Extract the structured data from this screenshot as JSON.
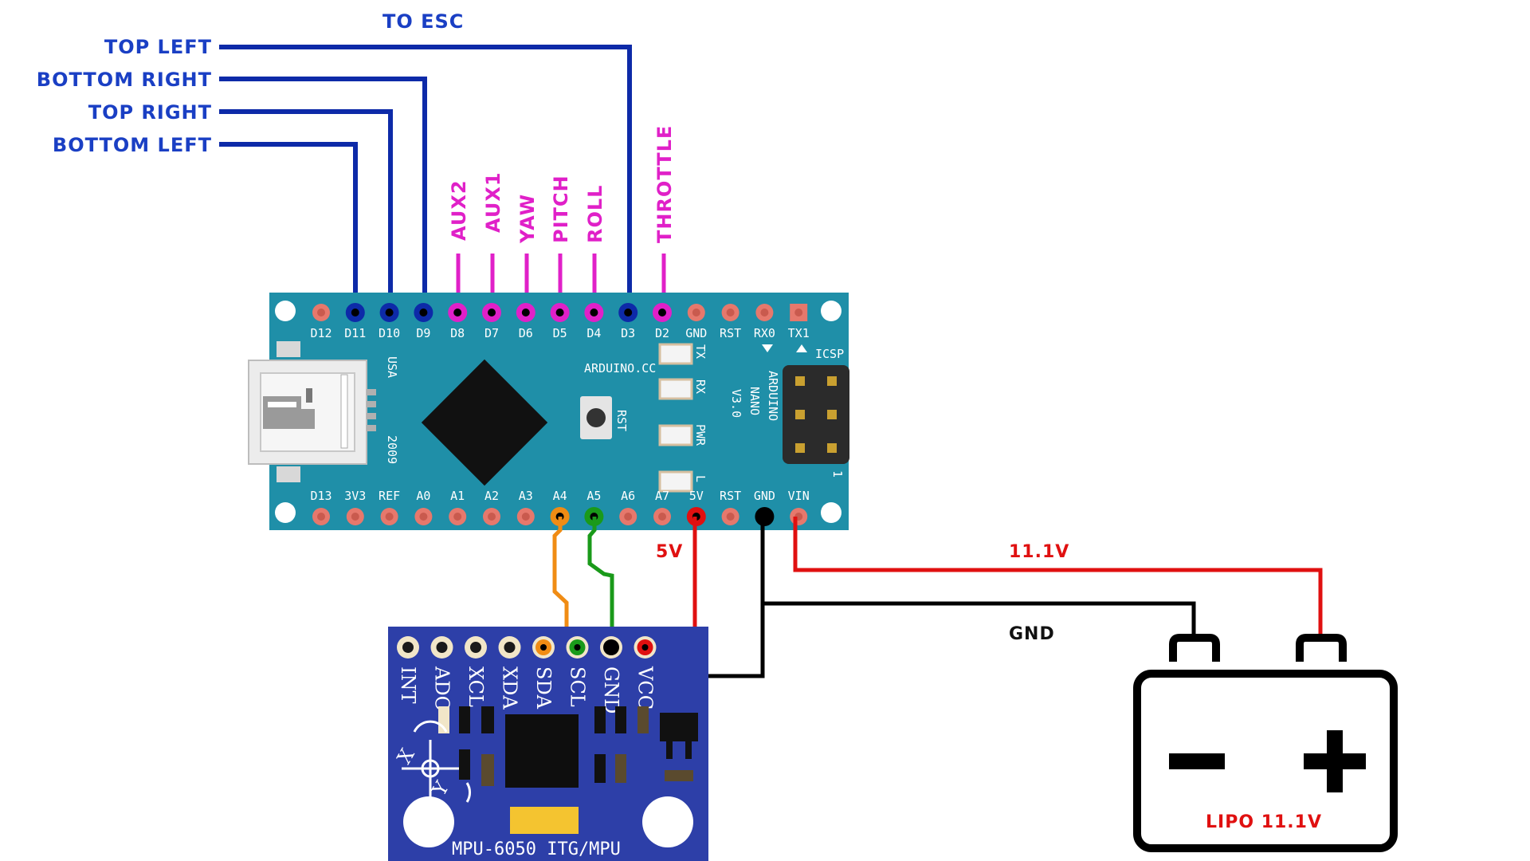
{
  "colors": {
    "esc_wire": "#0d2aa8",
    "rx_wire": "#e020c8",
    "power_wire": "#e01010",
    "gnd_wire": "#000000",
    "sda_wire": "#f08c14",
    "scl_wire": "#1a9a1a",
    "nano_board": "#1f8fa8",
    "mpu_board": "#2d3fa8",
    "pad": "#e6786c"
  },
  "esc_labels": {
    "header": "TO ESC",
    "top_left": "TOP LEFT",
    "bottom_right": "BOTTOM RIGHT",
    "top_right": "TOP RIGHT",
    "bottom_left": "BOTTOM LEFT"
  },
  "receiver_labels": {
    "aux2": "AUX2",
    "aux1": "AUX1",
    "yaw": "YAW",
    "pitch": "PITCH",
    "roll": "ROLL",
    "throttle": "THROTTLE"
  },
  "nano": {
    "top_pins": [
      "D12",
      "D11",
      "D10",
      "D9",
      "D8",
      "D7",
      "D6",
      "D5",
      "D4",
      "D3",
      "D2",
      "GND",
      "RST",
      "RX0",
      "TX1"
    ],
    "bottom_pins": [
      "D13",
      "3V3",
      "REF",
      "A0",
      "A1",
      "A2",
      "A3",
      "A4",
      "A5",
      "A6",
      "A7",
      "5V",
      "RST",
      "GND",
      "VIN"
    ],
    "brand": "ARDUINO.CC",
    "name_line1": "ARDUINO",
    "name_line2": "NANO",
    "name_line3": "V3.0",
    "usa": "USA",
    "year": "2009",
    "icsp": "ICSP",
    "rst_button": "RST",
    "led_tx": "TX",
    "led_rx": "RX",
    "led_pwr": "PWR",
    "led_l": "L",
    "icsp_pin1": "1"
  },
  "mpu": {
    "pins": [
      "INT",
      "ADO",
      "XCL",
      "XDA",
      "SDA",
      "SCL",
      "GND",
      "VCC"
    ],
    "title": "MPU-6050 ITG/MPU",
    "axis_x": "X",
    "axis_y": "Y"
  },
  "power": {
    "five_v": "5V",
    "eleven_v": "11.1V",
    "gnd": "GND",
    "battery_label": "LIPO 11.1V",
    "battery_minus": "−",
    "battery_plus": "+"
  }
}
